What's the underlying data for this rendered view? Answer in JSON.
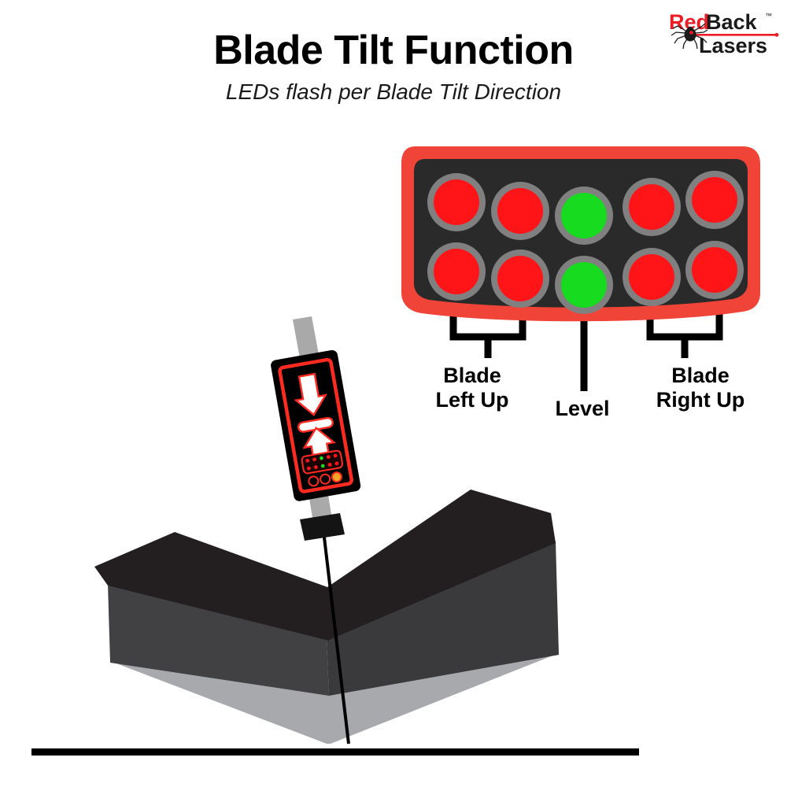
{
  "page": {
    "title": "Blade Tilt Function",
    "subtitle": "LEDs flash per Blade Tilt Direction",
    "background_color": "#FFFFFF"
  },
  "brand": {
    "name_line1_part1": "Red",
    "name_line1_part2": "Back",
    "name_line2": "Lasers",
    "trademark": "™",
    "red_color": "#ED1C24",
    "black_color": "#1A1A1A",
    "icon": "spider-icon"
  },
  "led_panel": {
    "body_color": "#2B2A2A",
    "border_color": "#F04438",
    "ring_color": "#808080",
    "led_red_color": "#FF1418",
    "led_green_color": "#16DB1E",
    "rows": [
      {
        "name": "top-row",
        "leds": [
          {
            "position": 1,
            "color": "red",
            "state": "on"
          },
          {
            "position": 2,
            "color": "red",
            "state": "on"
          },
          {
            "position": 3,
            "color": "green",
            "state": "on"
          },
          {
            "position": 4,
            "color": "red",
            "state": "on"
          },
          {
            "position": 5,
            "color": "red",
            "state": "on"
          }
        ]
      },
      {
        "name": "bottom-row",
        "leds": [
          {
            "position": 1,
            "color": "red",
            "state": "on"
          },
          {
            "position": 2,
            "color": "red",
            "state": "on"
          },
          {
            "position": 3,
            "color": "green",
            "state": "on"
          },
          {
            "position": 4,
            "color": "red",
            "state": "on"
          },
          {
            "position": 5,
            "color": "red",
            "state": "on"
          }
        ]
      }
    ]
  },
  "callouts": [
    {
      "id": "blade-left-up",
      "label": "Blade\nLeft Up",
      "type": "bracket",
      "points_to": "leds 1 and 2"
    },
    {
      "id": "level",
      "label": "Level",
      "type": "line",
      "points_to": "green center led"
    },
    {
      "id": "blade-right-up",
      "label": "Blade\nRight Up",
      "type": "bracket",
      "points_to": "leds 4 and 5"
    }
  ],
  "receiver": {
    "name": "laser-receiver",
    "body_color": "#000000",
    "frame_color": "#FF2A20",
    "mast_color": "#A9A9A9",
    "mount_color": "#141414",
    "indicators": [
      {
        "name": "arrow-down-indicator",
        "glyph": "down-arrow"
      },
      {
        "name": "on-grade-indicator",
        "glyph": "horizontal-dash"
      },
      {
        "name": "arrow-up-indicator",
        "glyph": "up-arrow"
      }
    ],
    "mini_panel": {
      "name": "mini-led-panel",
      "top_row": [
        "red",
        "red",
        "green",
        "red",
        "red"
      ],
      "bottom_row": [
        "red",
        "red",
        "green",
        "red",
        "red"
      ]
    },
    "status_lights": [
      {
        "name": "status-light-1",
        "color": "#000000"
      },
      {
        "name": "status-light-2",
        "color": "#000000"
      },
      {
        "name": "status-light-3",
        "color": "#F5A524"
      }
    ]
  },
  "blade": {
    "name": "dozer-blade",
    "top_face_color": "#231F20",
    "front_face_color": "#414042",
    "bottom_edge_color": "#A7A9AC",
    "center_seam_color": "#000000",
    "tilt": "right side higher than left"
  },
  "ground": {
    "name": "ground-line",
    "color": "#000000"
  }
}
